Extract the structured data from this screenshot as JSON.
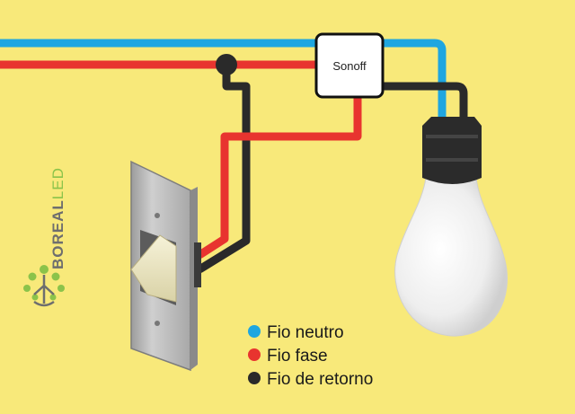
{
  "colors": {
    "background": "#F8E97A",
    "neutral_wire": "#1FA6E0",
    "phase_wire": "#E8342F",
    "return_wire": "#2A2A2A",
    "logo_green": "#8BC34A"
  },
  "device": {
    "label": "Sonoff"
  },
  "legend": [
    {
      "label": "Fio neutro",
      "color": "#1FA6E0"
    },
    {
      "label": "Fio fase",
      "color": "#E8342F"
    },
    {
      "label": "Fio de retorno",
      "color": "#2A2A2A"
    }
  ],
  "logo": {
    "text_bold": "BOREAL",
    "text_light": "LED"
  }
}
